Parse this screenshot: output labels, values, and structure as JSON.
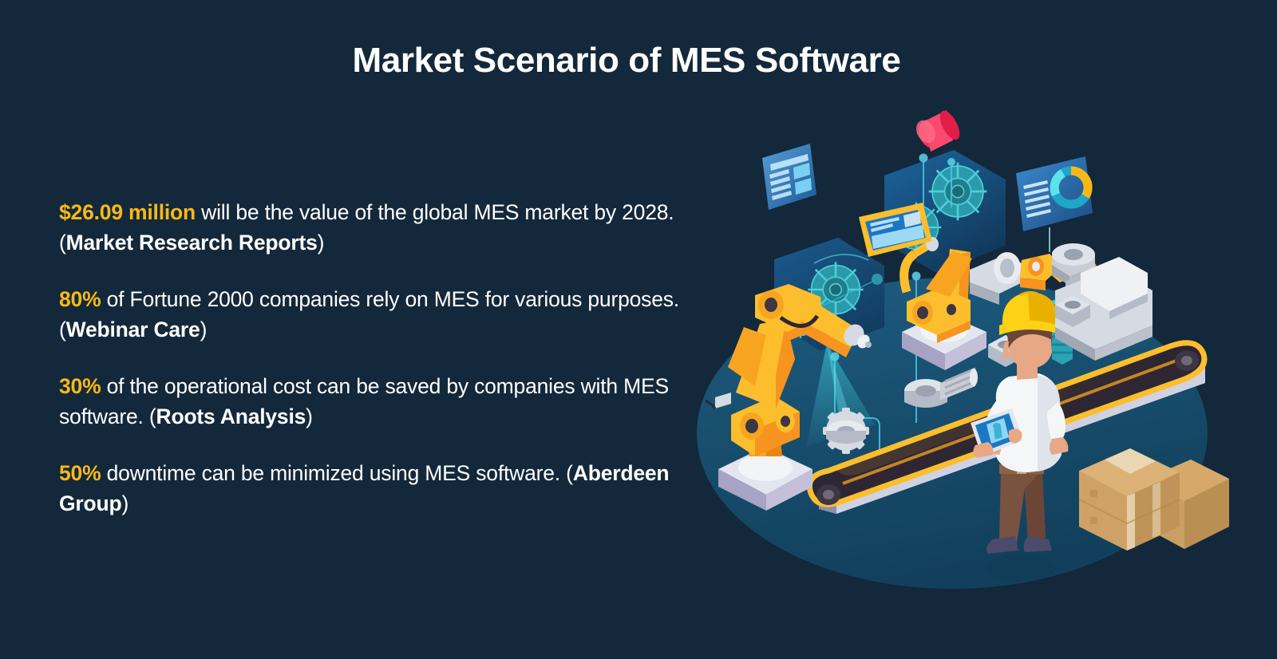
{
  "page": {
    "background_color": "#13283a",
    "title": "Market Scenario of MES Software",
    "accent_color": "#f7b917",
    "text_color": "#ffffff"
  },
  "stats": [
    {
      "highlight": "$26.09 million",
      "body": " will be the value of the global MES market by 2028. (",
      "source": "Market Research Reports",
      "tail": ")"
    },
    {
      "highlight": "80%",
      "body": " of Fortune 2000 companies rely on MES for various purposes. (",
      "source": "Webinar Care",
      "tail": ")"
    },
    {
      "highlight": "30%",
      "body": " of the operational cost can be saved by companies with MES software. (",
      "source": "Roots Analysis",
      "tail": ")"
    },
    {
      "highlight": "50%",
      "body": " downtime can be minimized using MES software. (",
      "source": "Aberdeen Group",
      "tail": ")"
    }
  ],
  "illustration": {
    "name": "isometric-smart-factory-mes-illustration",
    "floor_color": "#1a5273",
    "elements": [
      "holographic-hex-panel-gears-left",
      "holographic-hex-panel-gears-right",
      "report-card-hologram",
      "dashboard-donut-chart-card",
      "pink-funnel-node",
      "robot-arm-sprayer",
      "robot-arm-monitor",
      "robot-arm-gripper-bolt",
      "conveyor-belt",
      "gear-part",
      "bolt-part",
      "hex-nut-part",
      "inspection-station",
      "factory-worker-with-tablet",
      "cardboard-boxes"
    ],
    "colors": {
      "robot_yellow": "#fcbe2d",
      "robot_orange": "#f79420",
      "teal_hologram": "#2fb3c0",
      "pink_node": "#f5325b",
      "box_tan": "#d6a96b",
      "metal_grey": "#c9cdd6",
      "helmet_yellow": "#fcd116",
      "shirt_white": "#f4f6f8",
      "pants_brown": "#7a5240"
    }
  }
}
